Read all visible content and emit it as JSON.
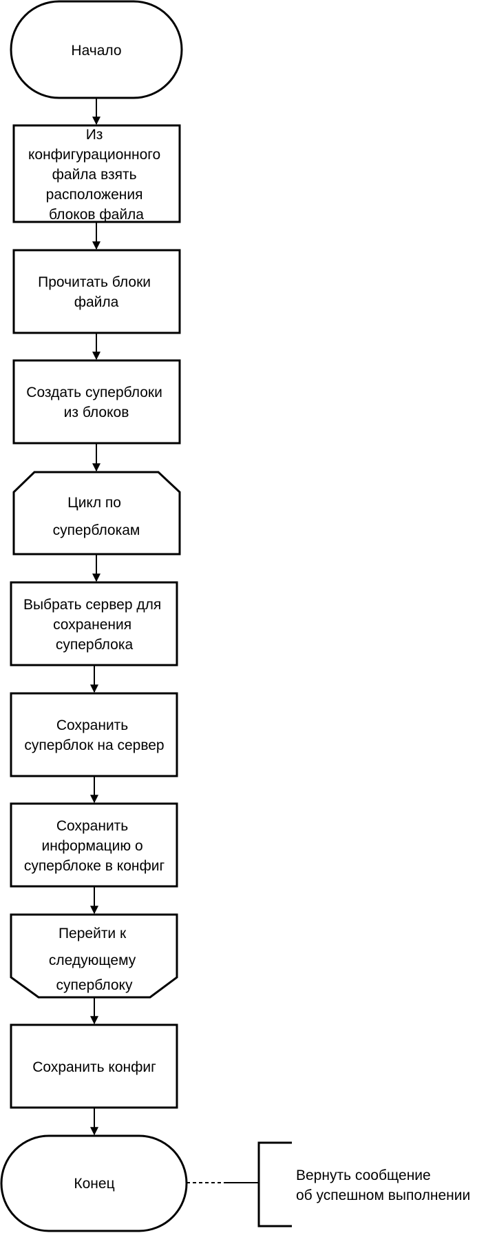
{
  "colors": {
    "stroke": "#000000",
    "fill": "#ffffff",
    "text": "#000000"
  },
  "flowchart": {
    "start": {
      "lines": [
        "Начало"
      ]
    },
    "step1": {
      "lines": [
        "Из",
        "конфигурационного",
        "файла взять",
        "расположения",
        "блоков файла"
      ]
    },
    "step2": {
      "lines": [
        "Прочитать блоки",
        "файла"
      ]
    },
    "step3": {
      "lines": [
        "Создать суперблоки",
        "из блоков"
      ]
    },
    "loop_start": {
      "lines": [
        "Цикл по",
        "суперблокам"
      ]
    },
    "step4": {
      "lines": [
        "Выбрать сервер для",
        "сохранения",
        "суперблока"
      ]
    },
    "step5": {
      "lines": [
        "Сохранить",
        "суперблок на сервер"
      ]
    },
    "step6": {
      "lines": [
        "Сохранить",
        "информацию о",
        "суперблоке в конфиг"
      ]
    },
    "loop_end": {
      "lines": [
        "Перейти к",
        "следующему",
        "суперблоку"
      ]
    },
    "step7": {
      "lines": [
        "Сохранить конфиг"
      ]
    },
    "end": {
      "lines": [
        "Конец"
      ]
    },
    "annotation": {
      "lines": [
        "Вернуть сообщение",
        "об успешном выполнении"
      ]
    }
  }
}
